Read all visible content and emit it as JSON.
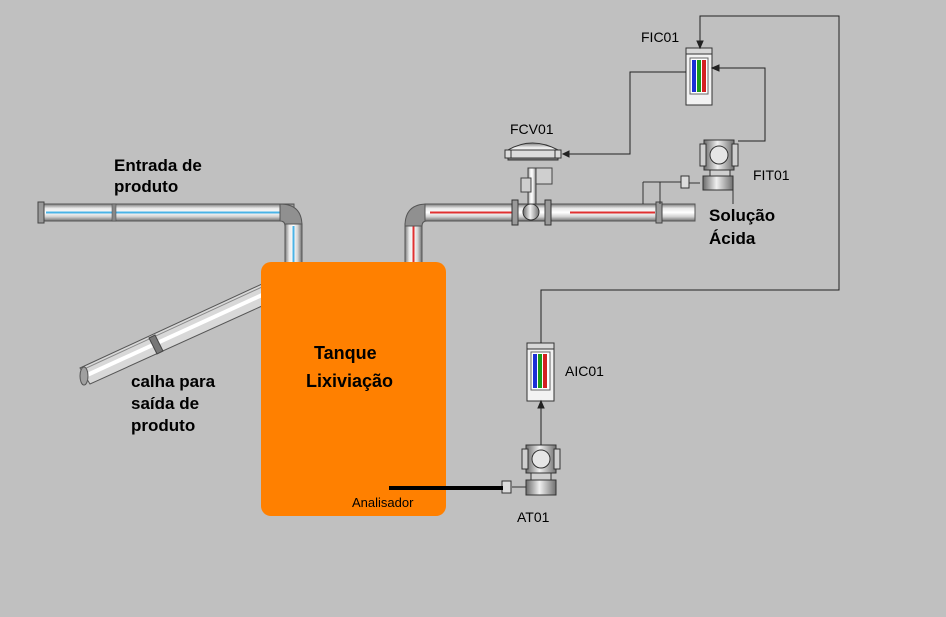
{
  "tank": {
    "title_line1": "Tanque",
    "title_line2": "Lixiviação",
    "analyzer_label": "Analisador",
    "color": "#ff8000"
  },
  "streams": {
    "product_in_line1": "Entrada de",
    "product_in_line2": "produto",
    "product_out_line1": "calha para",
    "product_out_line2": "saída de",
    "product_out_line3": "produto",
    "acid_line1": "Solução",
    "acid_line2": "Ácida"
  },
  "instruments": {
    "fic": "FIC01",
    "fcv": "FCV01",
    "fit": "FIT01",
    "aic": "AIC01",
    "at": "AT01"
  },
  "colors": {
    "background": "#c0c0c0",
    "pipe": "#d8d8d8",
    "product_stripe": "#4ab3e6",
    "acid_stripe": "#e03030",
    "controller_bars": [
      "#1c2fd6",
      "#1a9a1a",
      "#d42020"
    ]
  }
}
